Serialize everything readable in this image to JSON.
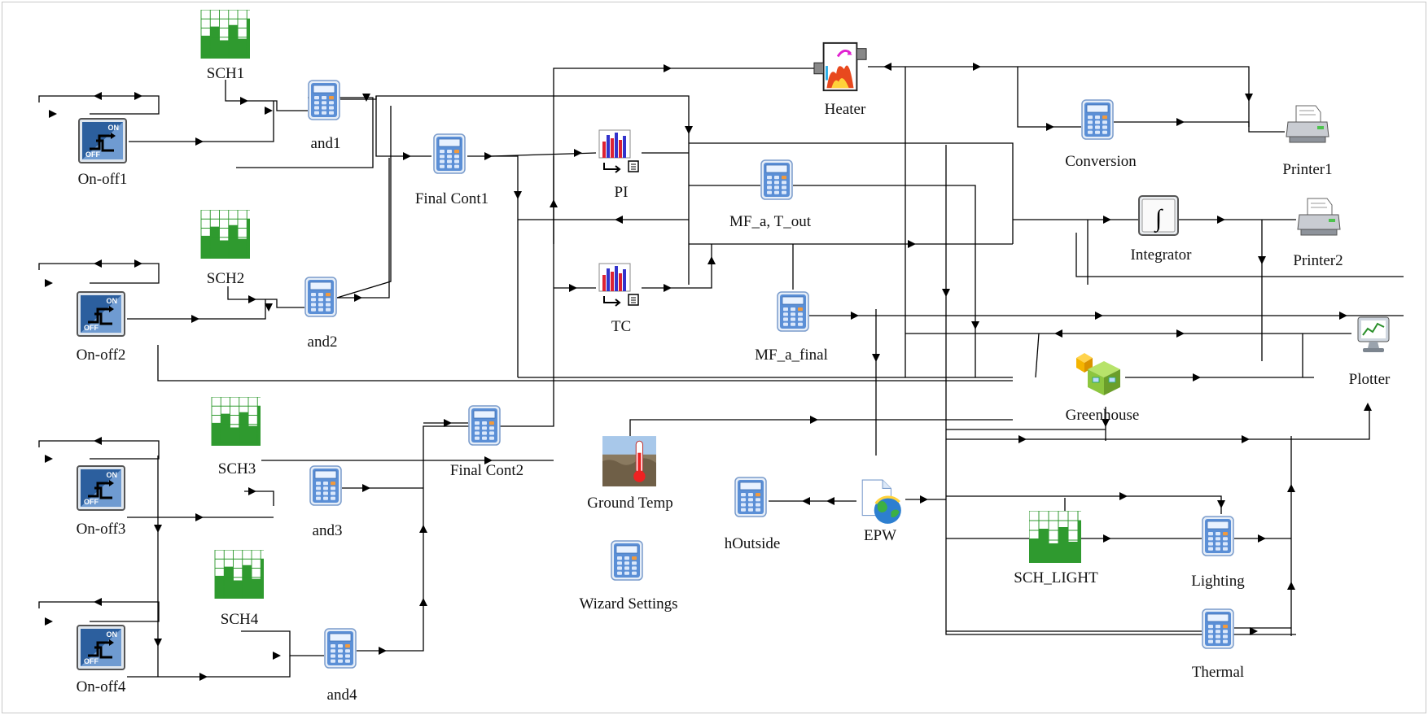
{
  "diagram": {
    "components": {
      "sch1": "SCH1",
      "sch2": "SCH2",
      "sch3": "SCH3",
      "sch4": "SCH4",
      "onoff1": "On-off1",
      "onoff2": "On-off2",
      "onoff3": "On-off3",
      "onoff4": "On-off4",
      "and1": "and1",
      "and2": "and2",
      "and3": "and3",
      "and4": "and4",
      "finalcont1": "Final Cont1",
      "finalcont2": "Final Cont2",
      "pi": "PI",
      "tc": "TC",
      "heater": "Heater",
      "mf_a_t_out": "MF_a, T_out",
      "mf_a_final": "MF_a_final",
      "conversion": "Conversion",
      "integrator": "Integrator",
      "printer1": "Printer1",
      "printer2": "Printer2",
      "plotter": "Plotter",
      "greenhouse": "Greenhouse",
      "ground_temp": "Ground Temp",
      "wizard_settings": "Wizard Settings",
      "houtside": "hOutside",
      "epw": "EPW",
      "sch_light": "SCH_LIGHT",
      "lighting": "Lighting",
      "thermal": "Thermal"
    },
    "onoff_switch": {
      "on_text": "ON",
      "off_text": "OFF"
    },
    "integrator_symbol": "∫",
    "icons": {
      "schedule": "schedule-chart-icon",
      "onoff": "on-off-switch-icon",
      "calculator": "calculator-icon",
      "controller": "controller-chart-icon",
      "heater": "heater-flame-icon",
      "integrator": "integrator-icon",
      "printer": "printer-icon",
      "plotter": "plotter-monitor-icon",
      "greenhouse": "greenhouse-cubes-icon",
      "ground_temp": "ground-thermometer-icon",
      "epw": "weather-globe-icon"
    },
    "colors": {
      "wire": "#000000",
      "calc_blue": "#5b8fd6",
      "schedule_green": "#2f9a2f",
      "switch_blue": "#2c5f9e",
      "heater_fire": "#e8491e",
      "greenhouse_green": "#8dc63f",
      "greenhouse_orange": "#f4b400"
    }
  }
}
